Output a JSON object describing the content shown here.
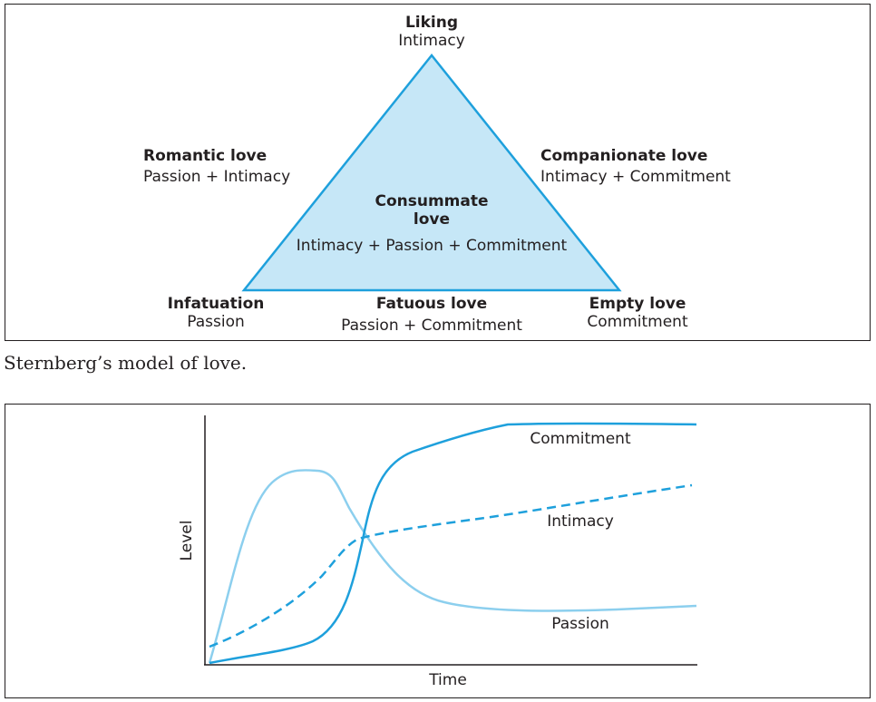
{
  "diagram": {
    "apex": {
      "title": "Liking",
      "sub": "Intimacy"
    },
    "left_side": {
      "title": "Romantic love",
      "sub": "Passion + Intimacy"
    },
    "right_side": {
      "title": "Companionate love",
      "sub": "Intimacy + Commitment"
    },
    "center": {
      "title_line1": "Consummate",
      "title_line2": "love",
      "sub": "Intimacy + Passion + Commitment"
    },
    "bottom_left": {
      "title": "Infatuation",
      "sub": "Passion"
    },
    "bottom_mid": {
      "title": "Fatuous love",
      "sub": "Passion + Commitment"
    },
    "bottom_right": {
      "title": "Empty love",
      "sub": "Commitment"
    },
    "fill_color": "#c6e7f7",
    "stroke_color": "#1ea0dc"
  },
  "caption": "Sternberg’s model of love.",
  "graph": {
    "ylabel": "Level",
    "xlabel": "Time",
    "curves": {
      "commitment": "Commitment",
      "intimacy": "Intimacy",
      "passion": "Passion"
    },
    "colors": {
      "commitment": "#1ea0dc",
      "intimacy": "#1ea0dc",
      "passion": "#8ccfee"
    }
  }
}
